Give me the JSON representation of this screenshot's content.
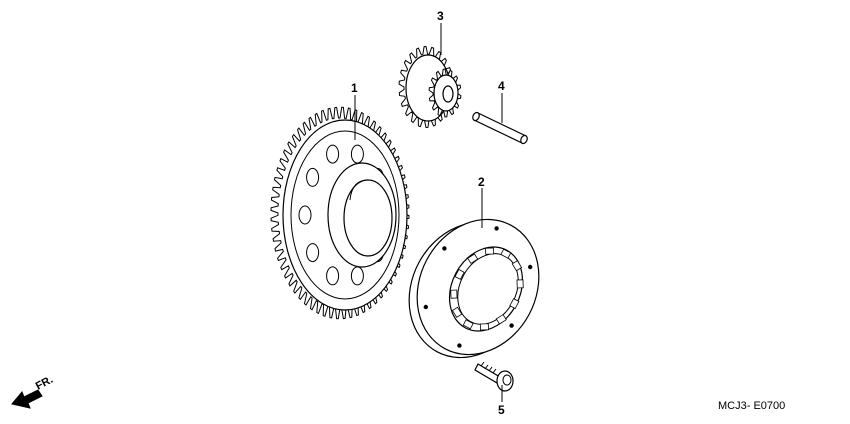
{
  "callouts": {
    "part1": "1",
    "part2": "2",
    "part3": "3",
    "part4": "4",
    "part5": "5"
  },
  "diagram_code": "MCJ3- E0700",
  "direction_label": "FR."
}
